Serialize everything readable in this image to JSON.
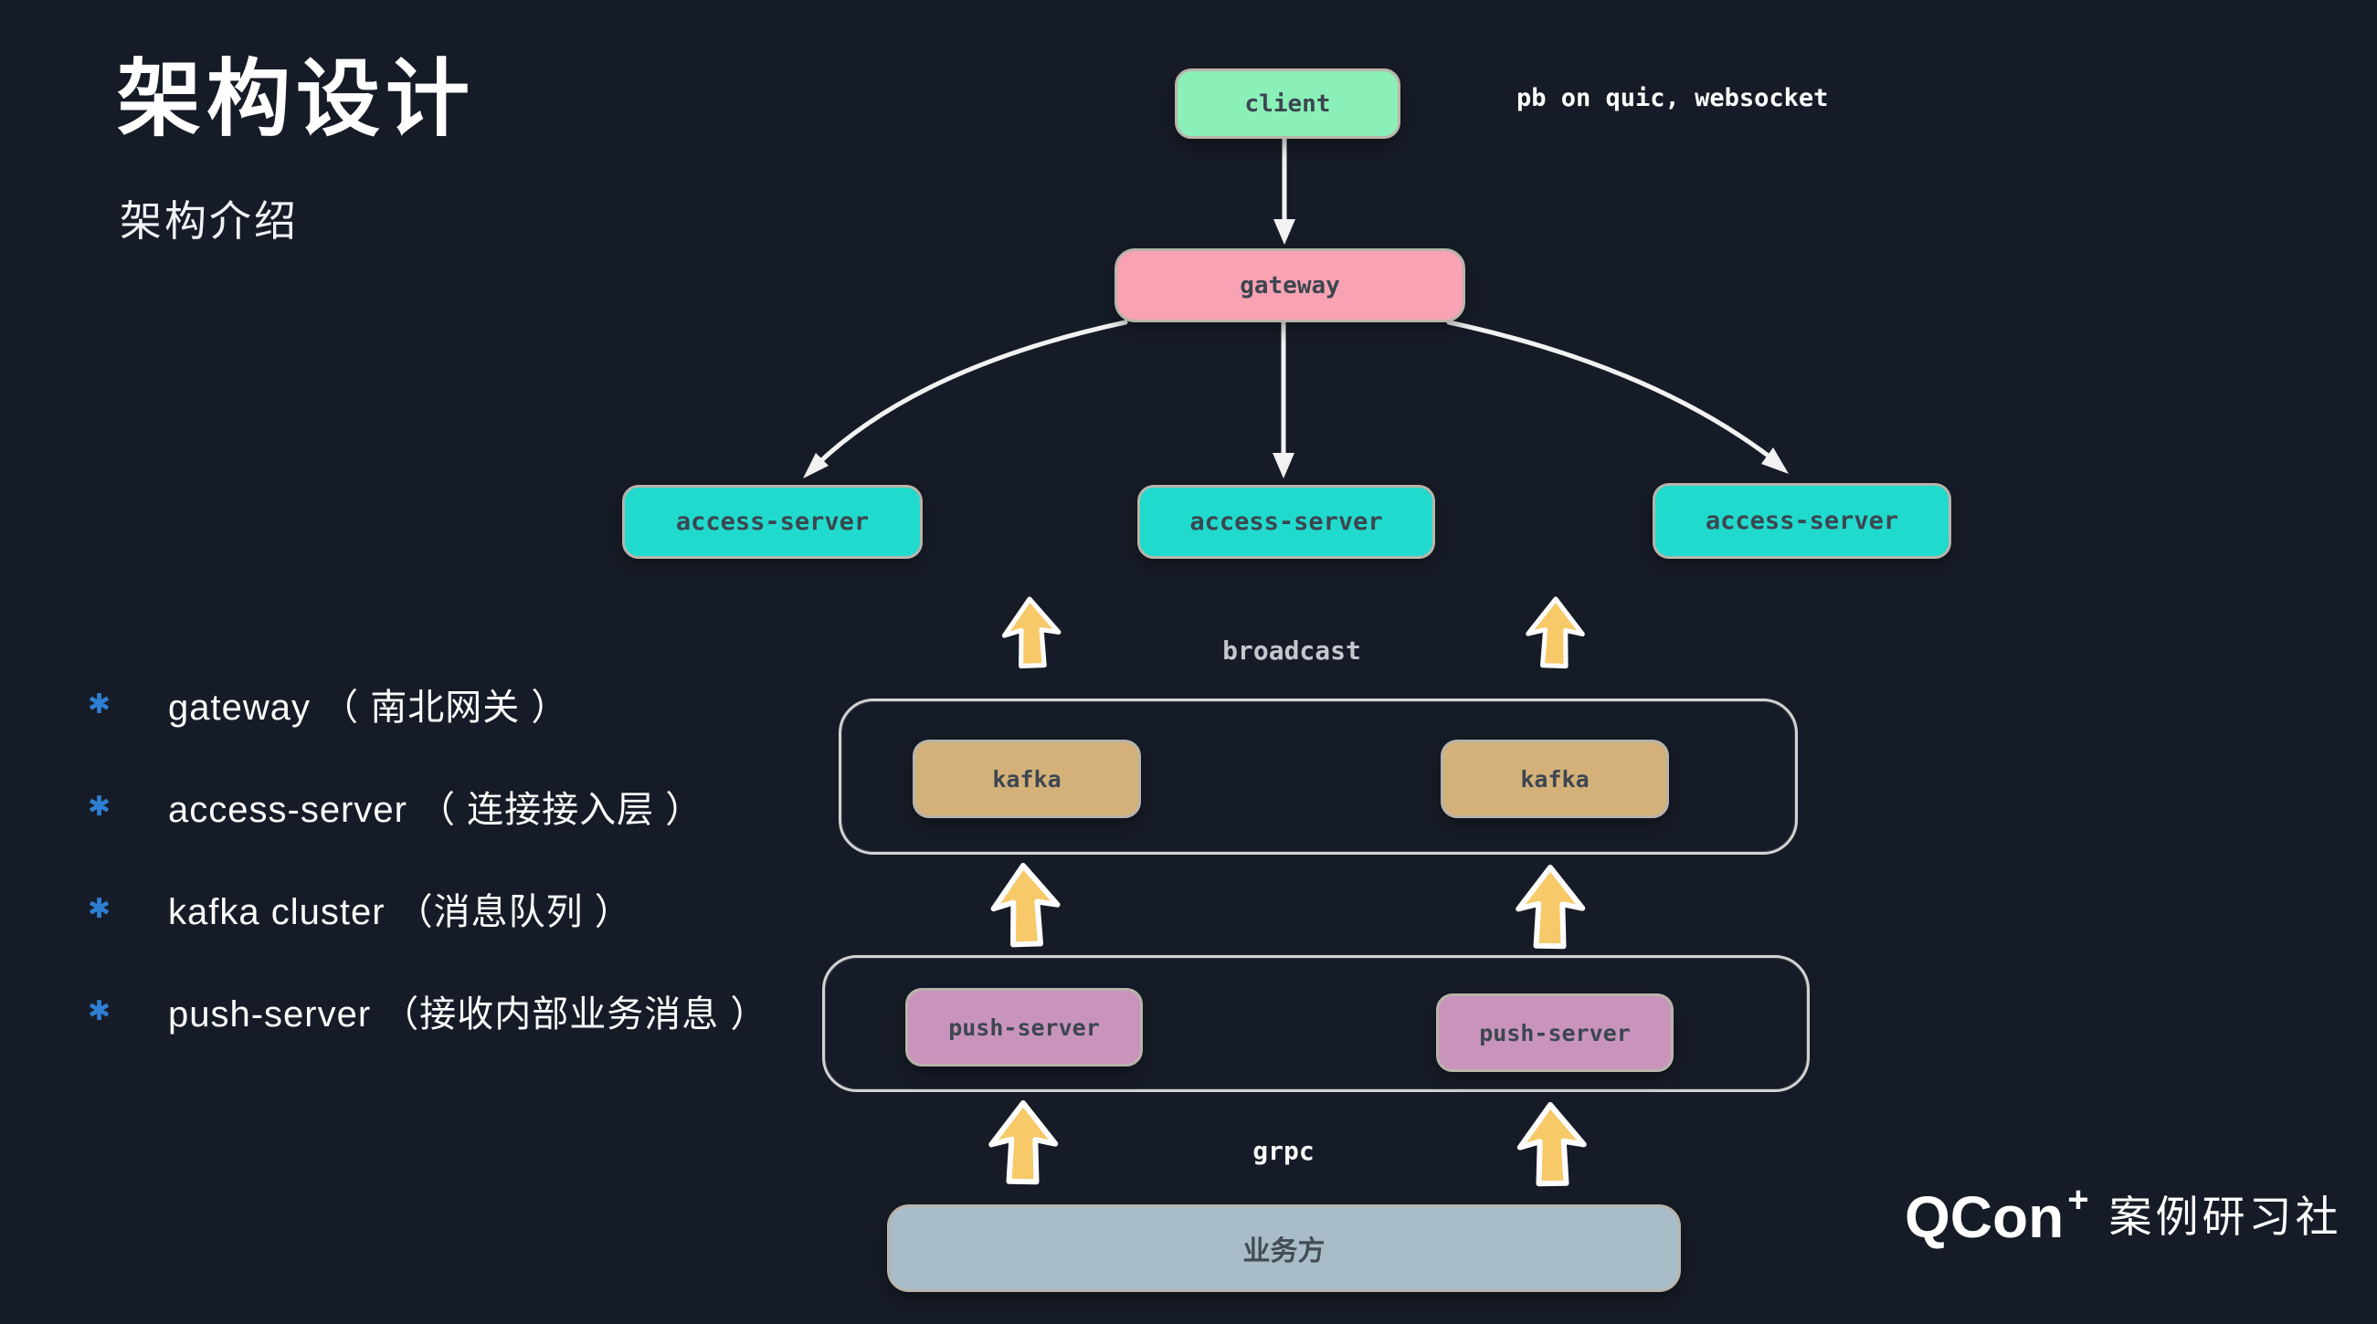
{
  "header": {
    "title": "架构设计",
    "subtitle": "架构介绍"
  },
  "legend": {
    "bullet_glyph": "✱",
    "bullet_color": "#2d7fd3",
    "items": [
      "gateway （ 南北网关 ）",
      "access-server （ 连接接入层 ）",
      "kafka cluster （消息队列 ）",
      "push-server （接收内部业务消息 ）"
    ]
  },
  "diagram": {
    "protocol_note": "pb on quic, websocket",
    "nodes": {
      "client": "client",
      "gateway": "gateway",
      "access_servers": [
        "access-server",
        "access-server",
        "access-server"
      ],
      "kafka_brokers": [
        "kafka",
        "kafka"
      ],
      "push_servers": [
        "push-server",
        "push-server"
      ],
      "business": "业务方"
    },
    "edge_labels": {
      "broadcast": "broadcast",
      "grpc": "grpc"
    },
    "colors": {
      "background": "#161c27",
      "client": "#8bf0b7",
      "gateway": "#f9a2b3",
      "access_server": "#20dbcd",
      "kafka": "#d3b179",
      "push_server": "#c994bb",
      "business": "#a9bdc9",
      "arrow_fill": "#f7c968",
      "connector": "#f2f2f2"
    }
  },
  "footer": {
    "brand": "QCon",
    "brand_plus": "+",
    "brand_suffix": "案例研习社"
  }
}
